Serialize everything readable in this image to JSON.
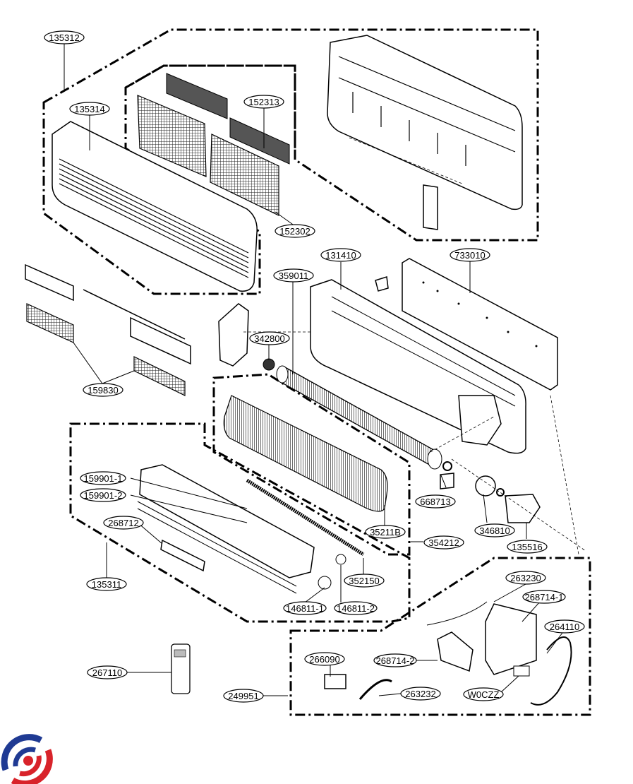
{
  "title": "Indoor unit exploded parts diagram",
  "logo": "brand-logo",
  "colors": {
    "line": "#000000",
    "background": "#ffffff",
    "logo_blue": "#1f3a93",
    "logo_red": "#d8232a"
  },
  "callouts": [
    {
      "id": "135312",
      "label": "135312"
    },
    {
      "id": "135314",
      "label": "135314"
    },
    {
      "id": "152313",
      "label": "152313"
    },
    {
      "id": "152302",
      "label": "152302"
    },
    {
      "id": "131410",
      "label": "131410"
    },
    {
      "id": "733010",
      "label": "733010"
    },
    {
      "id": "359011",
      "label": "359011"
    },
    {
      "id": "342800",
      "label": "342800"
    },
    {
      "id": "159830",
      "label": "159830"
    },
    {
      "id": "159901-1",
      "label": "159901-1"
    },
    {
      "id": "159901-2",
      "label": "159901-2"
    },
    {
      "id": "268712",
      "label": "268712"
    },
    {
      "id": "135311",
      "label": "135311"
    },
    {
      "id": "668713",
      "label": "668713"
    },
    {
      "id": "35211B",
      "label": "35211B"
    },
    {
      "id": "354212",
      "label": "354212"
    },
    {
      "id": "346810",
      "label": "346810"
    },
    {
      "id": "135516",
      "label": "135516"
    },
    {
      "id": "352150",
      "label": "352150"
    },
    {
      "id": "146811-1",
      "label": "146811-1"
    },
    {
      "id": "146811-2",
      "label": "146811-2"
    },
    {
      "id": "263230",
      "label": "263230"
    },
    {
      "id": "268714-1",
      "label": "268714-1"
    },
    {
      "id": "264110",
      "label": "264110"
    },
    {
      "id": "266090",
      "label": "266090"
    },
    {
      "id": "268714-2",
      "label": "268714-2"
    },
    {
      "id": "267110",
      "label": "267110"
    },
    {
      "id": "249951",
      "label": "249951"
    },
    {
      "id": "263232",
      "label": "263232"
    },
    {
      "id": "W0CZZ",
      "label": "W0CZZ"
    }
  ]
}
